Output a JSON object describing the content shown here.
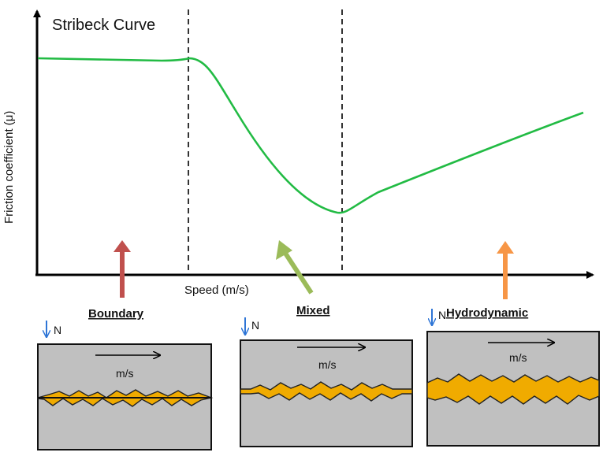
{
  "diagram": {
    "title": "Stribeck Curve",
    "y_axis_label": "Friction coefficient (μ)",
    "x_axis_label": "Speed (m/s)",
    "regimes": [
      {
        "label": "Boundary",
        "arrow_color": "#c0504d"
      },
      {
        "label": "Mixed",
        "arrow_color": "#9bbb59"
      },
      {
        "label": "Hydrodynamic",
        "arrow_color": "#f79646"
      }
    ],
    "force_label": "N",
    "velocity_label": "m/s",
    "curve_color": "#22bb44",
    "lubricant_color": "#f0ab00",
    "block_color": "#c0c0c0",
    "load_arrow_color": "#2e75d6"
  }
}
